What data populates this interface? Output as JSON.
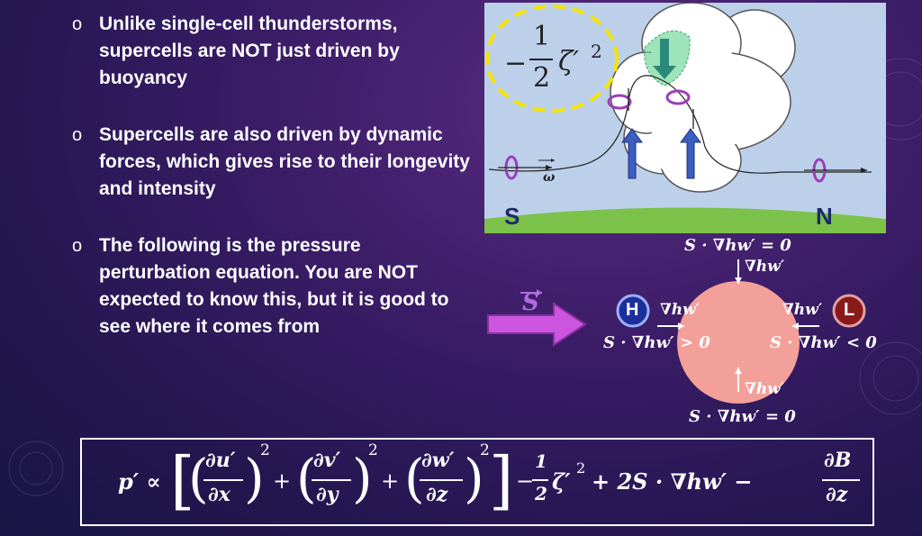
{
  "bullets": [
    {
      "marker": "o",
      "text": "Unlike single-cell thunderstorms, supercells are NOT just driven by buoyancy"
    },
    {
      "marker": "o",
      "text": "Supercells are also driven by dynamic forces, which gives rise to their longevity and intensity"
    },
    {
      "marker": "o",
      "text": "The following is the pressure perturbation equation. You are NOT expected to know this, but it is good to see where it comes from"
    }
  ],
  "storm_panel": {
    "term_minus": "−",
    "term_num": "1",
    "term_den": "2",
    "term_zeta": "ζ′",
    "term_exp": "2",
    "omega_label": "ω",
    "south_label": "S",
    "north_label": "N",
    "colors": {
      "sky": "#bcd0ea",
      "ground": "#7cc14a",
      "highlight": "#f5e400",
      "rotation": "#9b3fb5",
      "updraft": "#3b5ec0",
      "downdraft": "#2fa86a"
    }
  },
  "shear_arrow": {
    "label": "S"
  },
  "pressure_diagram": {
    "top_expr": "S · ∇hw′ = 0",
    "top_grad": "∇hw′",
    "bottom_grad": "∇hw′",
    "bottom_expr": "S · ∇hw′ = 0",
    "left_grad": "∇hw′",
    "left_expr": "S · ∇hw′ > 0",
    "right_grad": "∇hw′",
    "right_expr": "S · ∇hw′ < 0",
    "high_label": "H",
    "low_label": "L",
    "colors": {
      "circle": "#f4a09a",
      "high": "#1d2f9a",
      "low": "#8a1a1a"
    }
  },
  "equation": {
    "lhs": "p′ ∝",
    "t1_num": "∂u′",
    "t1_den": "∂x",
    "t2_num": "∂v′",
    "t2_den": "∂y",
    "t3_num": "∂w′",
    "t3_den": "∂z",
    "exp": "2",
    "plus": "+",
    "minus": "−",
    "half_num": "1",
    "half_den": "2",
    "zeta": "ζ′",
    "shear_term": "+ 2S · ∇hw′ −",
    "b_num": "∂B",
    "b_den": "∂z"
  }
}
